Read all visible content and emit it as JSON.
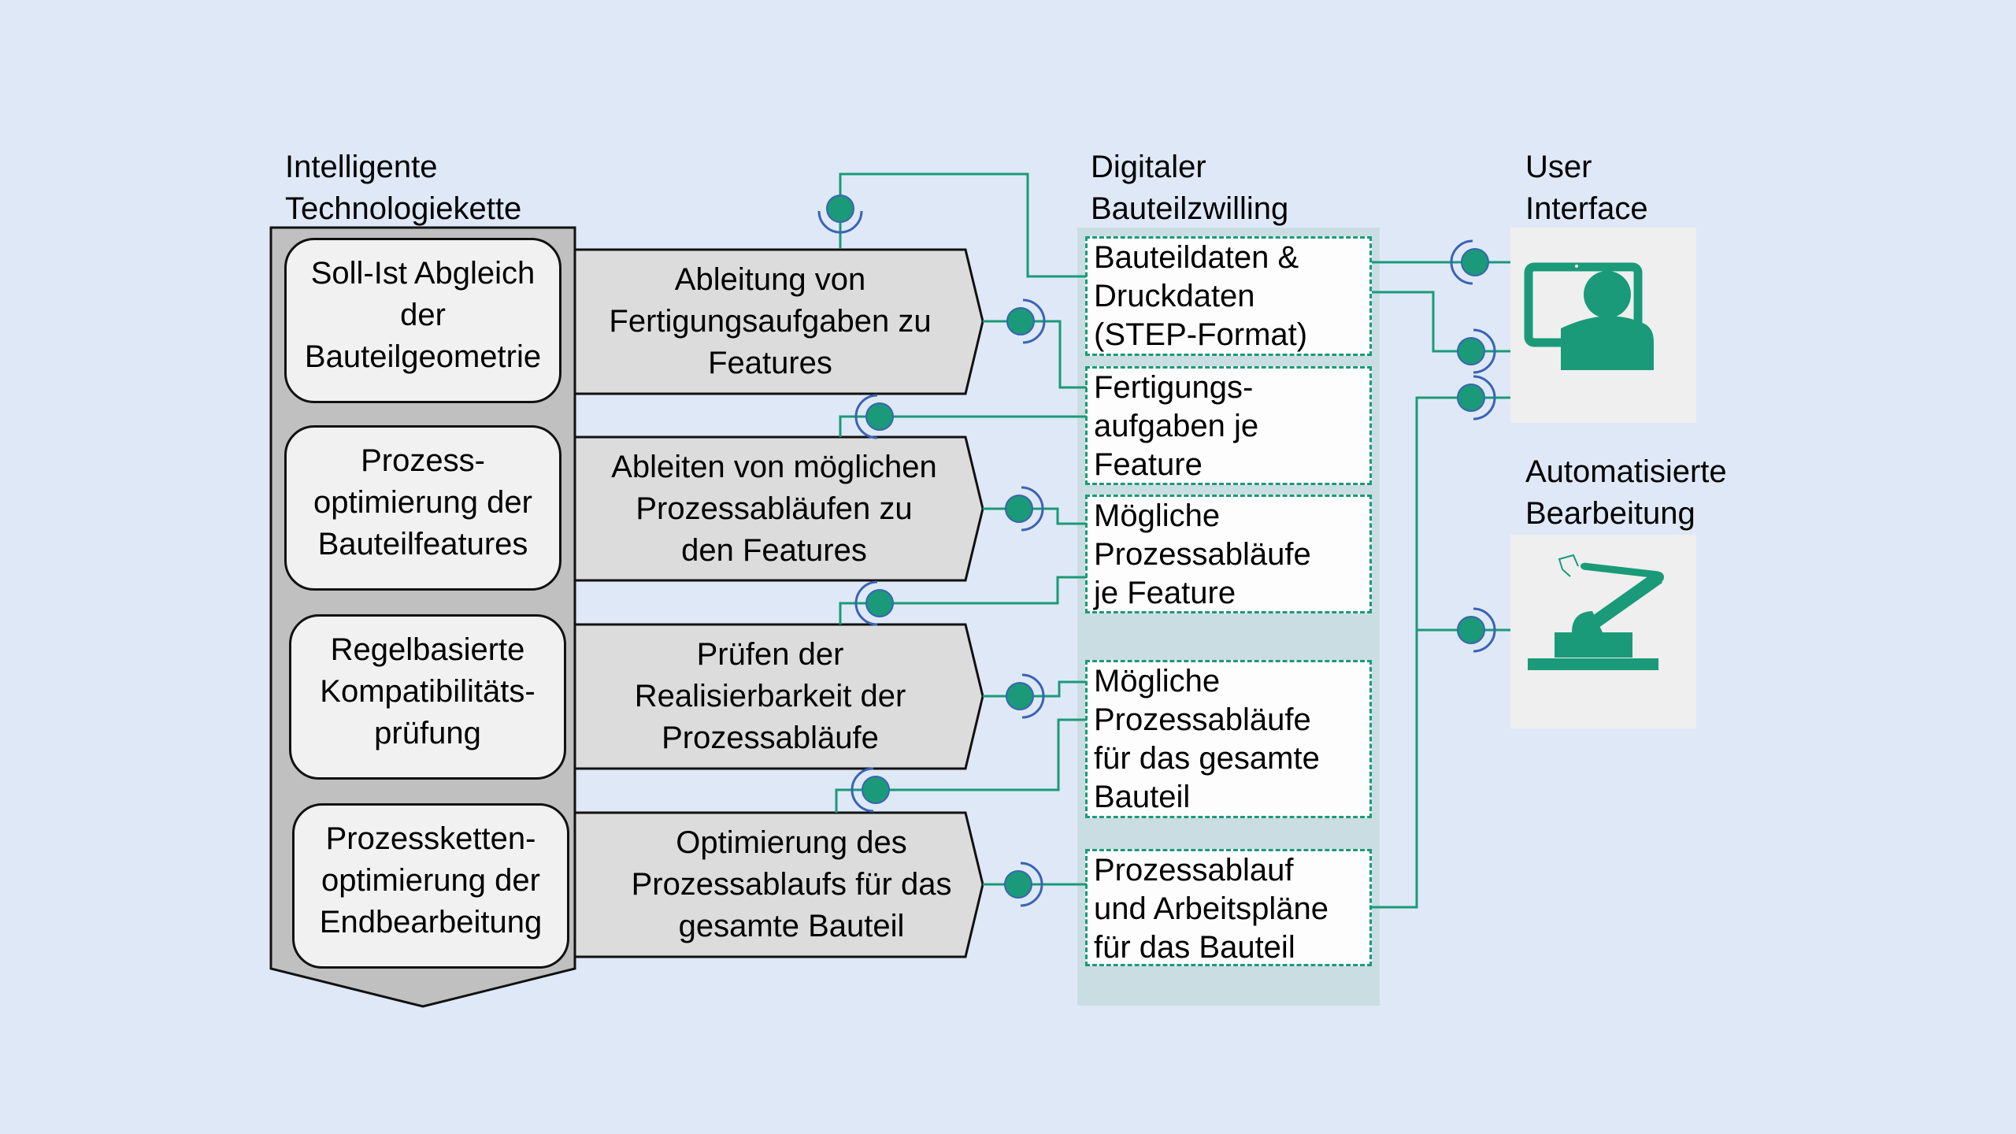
{
  "colors": {
    "background": "#dfe8f6",
    "accent_green": "#1a9a78",
    "socket_blue": "#3a63b4",
    "twin_panel": "#c9dde3",
    "chain_gray": "#c0c0c0",
    "chevron_gray": "#dcdcdc"
  },
  "left_column": {
    "title": "Intelligente\nTechnologiekette",
    "items": [
      {
        "label": "Soll-Ist Abgleich\nder\nBauteilgeometrie"
      },
      {
        "label": "Prozess-\noptimierung der\nBauteilfeatures"
      },
      {
        "label": "Regelbasierte\nKompatibilitäts-\nprüfung"
      },
      {
        "label": "Prozessketten-\noptimierung der\nEndbearbeitung"
      }
    ]
  },
  "steps": [
    {
      "label": "Ableitung von\nFertigungsaufgaben zu\nFeatures"
    },
    {
      "label": "Ableiten von möglichen\nProzessabläufen zu\nden Features"
    },
    {
      "label": "Prüfen der\nRealisierbarkeit der\nProzessabläufe"
    },
    {
      "label": "Optimierung des\nProzessablaufs für das\ngesamte Bauteil"
    }
  ],
  "digital_twin": {
    "title": "Digitaler\nBauteilzwilling",
    "items": [
      {
        "label": "Bauteildaten &\nDruckdaten\n(STEP-Format)"
      },
      {
        "label": "Fertigungs-\naufgaben je\nFeature"
      },
      {
        "label": "Mögliche\nProzessabläufe\nje Feature"
      },
      {
        "label": "Mögliche\nProzessabläufe\nfür das gesamte\nBauteil"
      },
      {
        "label": "Prozessablauf\nund Arbeitspläne\nfür das Bauteil"
      }
    ]
  },
  "user_interface": {
    "title": "User\nInterface",
    "icon": "user-at-monitor-icon"
  },
  "automation": {
    "title": "Automatisierte\nBearbeitung",
    "icon": "robot-arm-icon"
  },
  "connector_icon": "ball-and-socket-interface-icon"
}
